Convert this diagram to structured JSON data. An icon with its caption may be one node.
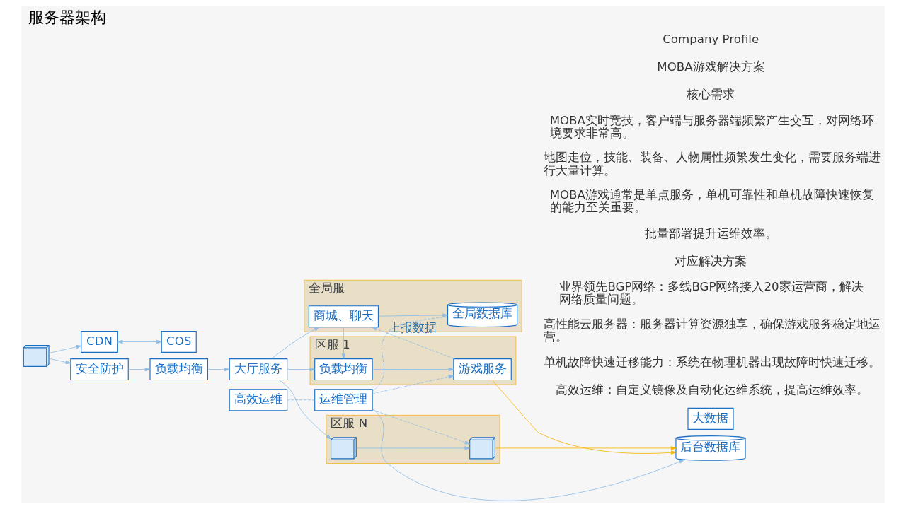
{
  "diagram": {
    "title": "服务器架构",
    "nodes": [
      {
        "text": [],
        "shape": "box"
      },
      {
        "text": [
          "CDN"
        ]
      },
      {
        "text": [
          "COS"
        ]
      },
      {
        "text": [
          "安全防护"
        ]
      },
      {
        "text": [
          "负载均衡"
        ]
      },
      {
        "text": [
          "大厅服务"
        ]
      },
      {
        "text": [
          "全局服"
        ]
      },
      {
        "text": [
          "商城、聊天"
        ],
        "in": 6
      },
      {
        "text": [
          "全局数据库"
        ],
        "in": 6
      },
      {
        "text": [
          "区服 1"
        ]
      },
      {
        "text": [
          "负载均衡"
        ],
        "in": 9
      },
      {
        "text": [
          "游戏服务"
        ],
        "in": 9
      },
      {
        "text": [
          "区服 N"
        ]
      },
      {
        "text": [],
        "shape": "box",
        "in": 12
      },
      {
        "text": [],
        "shape": "box",
        "in": 12
      },
      {
        "text": [
          "高效运维"
        ]
      },
      {
        "text": [
          "运维管理"
        ]
      },
      {
        "text": [
          "后台数据库"
        ]
      },
      {
        "text": [
          "大数据"
        ]
      }
    ],
    "edges": [
      {
        "from": 0,
        "to": 1,
        "arrow": "to"
      },
      {
        "from": 0,
        "to": 3,
        "arrow": "to"
      },
      {
        "from": 1,
        "to": 2,
        "arrow": "both"
      },
      {
        "from": 3,
        "to": 4,
        "arrow": "to"
      },
      {
        "from": 4,
        "to": 5,
        "arrow": "to"
      },
      {
        "from": 5,
        "to": 7,
        "arrow": "to"
      },
      {
        "from": 5,
        "to": 10,
        "arrow": "to"
      },
      {
        "from": 5,
        "to": 13,
        "arrow": "to"
      },
      {
        "from": 7,
        "to": 8,
        "arrow": "to"
      },
      {
        "from": 7,
        "to": 10,
        "arrow": "to"
      },
      {
        "from": 11,
        "to": 7,
        "arrow": "to",
        "label": "上报数据",
        "style": "dashed"
      },
      {
        "from": 10,
        "to": 11,
        "arrow": "to"
      },
      {
        "from": 13,
        "to": 14,
        "arrow": "to"
      },
      {
        "from": 15,
        "to": 16,
        "arrow": "none",
        "style": "dashed"
      },
      {
        "from": 16,
        "to": 8,
        "arrow": "none",
        "style": "dashed"
      },
      {
        "from": 16,
        "to": 11,
        "arrow": "to",
        "style": "dashed"
      },
      {
        "from": 16,
        "to": 14,
        "arrow": "to",
        "style": "dashed"
      },
      {
        "from": 16,
        "to": 17,
        "arrow": "to"
      },
      {
        "from": 11,
        "to": 17,
        "arrow": "to",
        "color": "#f5b400"
      },
      {
        "from": 14,
        "to": 17,
        "arrow": "to",
        "color": "#f5b400"
      }
    ],
    "labels": [
      "Company Profile",
      "MOBA游戏解决方案",
      "核心需求",
      "MOBA实时竞技，客户端与服务器端频繁产生交互，对网络环境要求非常高。",
      "地图走位，技能、装备、人物属性频繁发生变化，需要服务端进行大量计算。",
      "MOBA游戏通常是单点服务，单机可靠性和单机故障快速恢复的能力至关重要。",
      "批量部署提升运维效率。",
      "对应解决方案",
      "业界领先BGP网络：多线BGP网络接入20家运营商，解决网络质量问题。",
      "高性能云服务器：服务器计算资源独享，确保游戏服务稳定地运营。",
      "单机故障快速迁移能力：系统在物理机器出现故障时快速迁移。",
      "高效运维：自定义镜像及自动化运维系统，提高运维效率。"
    ]
  }
}
